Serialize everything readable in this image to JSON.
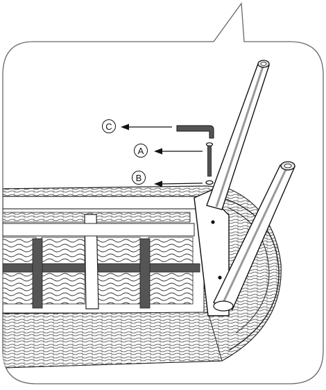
{
  "callouts": [
    {
      "letter": "C",
      "part": "allen-key"
    },
    {
      "letter": "A",
      "part": "bolt"
    },
    {
      "letter": "B",
      "part": "washer"
    }
  ],
  "colors": {
    "line": "#111111",
    "frame": "#666666",
    "fill": "#ffffff",
    "leg_shade": "#e6e6e6",
    "weave": "#444444"
  }
}
